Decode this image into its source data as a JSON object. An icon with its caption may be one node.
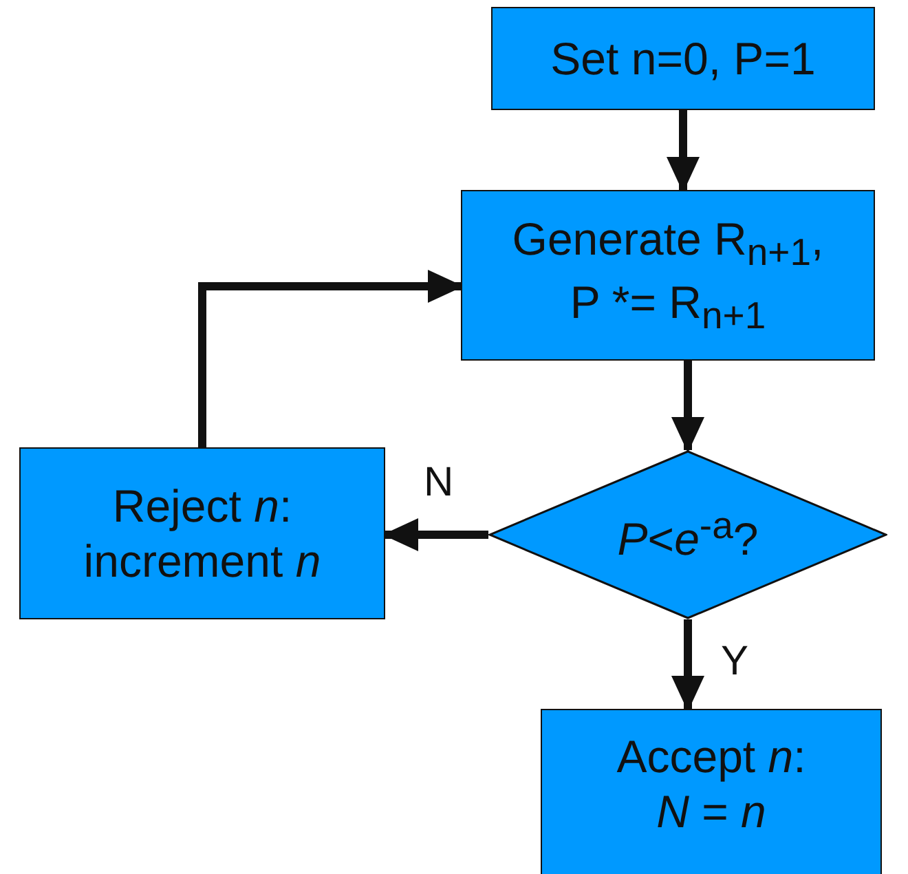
{
  "diagram": {
    "nodes": [
      {
        "text": [
          "Set n=0, P=1"
        ]
      },
      {
        "text": [
          "Generate R$_{n+1}$, P *= R$_{n+1}$"
        ]
      },
      {
        "text": [
          "*P*<*e*$^{-a}$?"
        ]
      },
      {
        "text": [
          "Reject *n*: increment *n*"
        ]
      },
      {
        "text": [
          "Accept *n*: *N* = *n*"
        ]
      }
    ],
    "edges": [
      {
        "from": 0,
        "to": 1,
        "arrow": "to"
      },
      {
        "from": 1,
        "to": 2,
        "arrow": "to"
      },
      {
        "from": 2,
        "to": 3,
        "arrow": "to",
        "label": "N"
      },
      {
        "from": 2,
        "to": 4,
        "arrow": "to",
        "label": "Y"
      },
      {
        "from": 3,
        "to": 1,
        "arrow": "to"
      }
    ]
  }
}
